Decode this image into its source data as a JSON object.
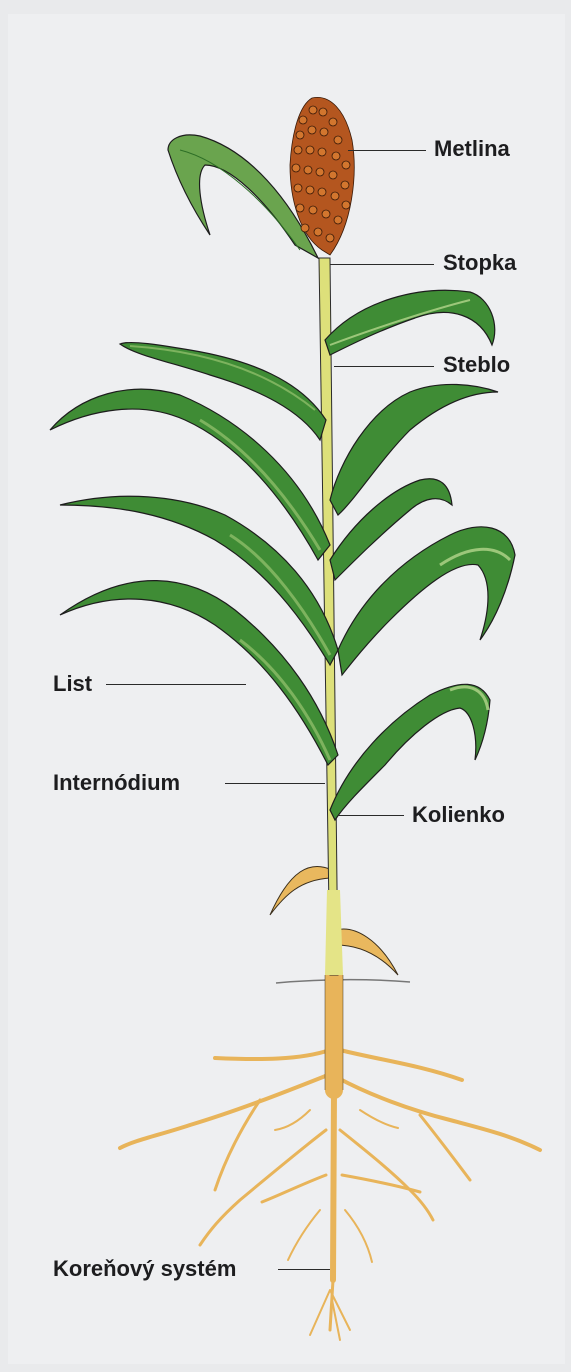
{
  "diagram": {
    "labels": {
      "metlina": "Metlina",
      "stopka": "Stopka",
      "steblo": "Steblo",
      "list": "List",
      "internodium": "Internódium",
      "kolienko": "Kolienko",
      "koreňový_systém": "Koreňový systém"
    },
    "colors": {
      "background": "#eeeff1",
      "leaf": "#3e8a34",
      "leaf_light": "#7db35e",
      "stem": "#dfe27c",
      "root": "#eab85a",
      "panicle": "#b4561f"
    }
  }
}
